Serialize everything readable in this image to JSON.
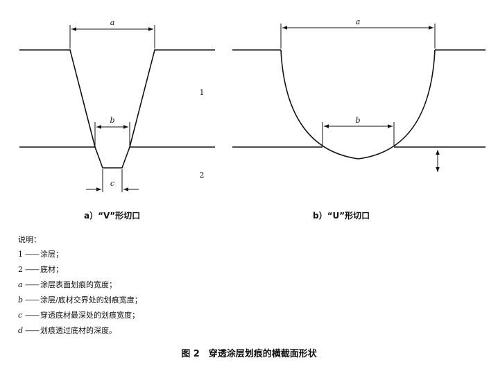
{
  "diagram": {
    "labels": {
      "a_left": "a",
      "a_right": "a",
      "b_left": "b",
      "b_right": "b",
      "c": "c",
      "region_1": "1",
      "region_2": "2"
    },
    "captions": {
      "v_cut": "a）“V”形切口",
      "u_cut": "b）“U”形切口"
    }
  },
  "legend": {
    "title": "说明：",
    "items": [
      {
        "symbol": "1",
        "italic": false,
        "dash": "——",
        "text": "涂层；"
      },
      {
        "symbol": "2",
        "italic": false,
        "dash": "——",
        "text": "底材；"
      },
      {
        "symbol": "a",
        "italic": true,
        "dash": "——",
        "text": "涂层表面划痕的宽度；"
      },
      {
        "symbol": "b",
        "italic": true,
        "dash": "——",
        "text": "涂层/底材交界处的划痕宽度；"
      },
      {
        "symbol": "c",
        "italic": true,
        "dash": "——",
        "text": "穿透底材最深处的划痕宽度；"
      },
      {
        "symbol": "d",
        "italic": true,
        "dash": "——",
        "text": "划痕透过底材的深度。"
      }
    ]
  },
  "figure_title": "图 2　穿透涂层划痕的横截面形状"
}
